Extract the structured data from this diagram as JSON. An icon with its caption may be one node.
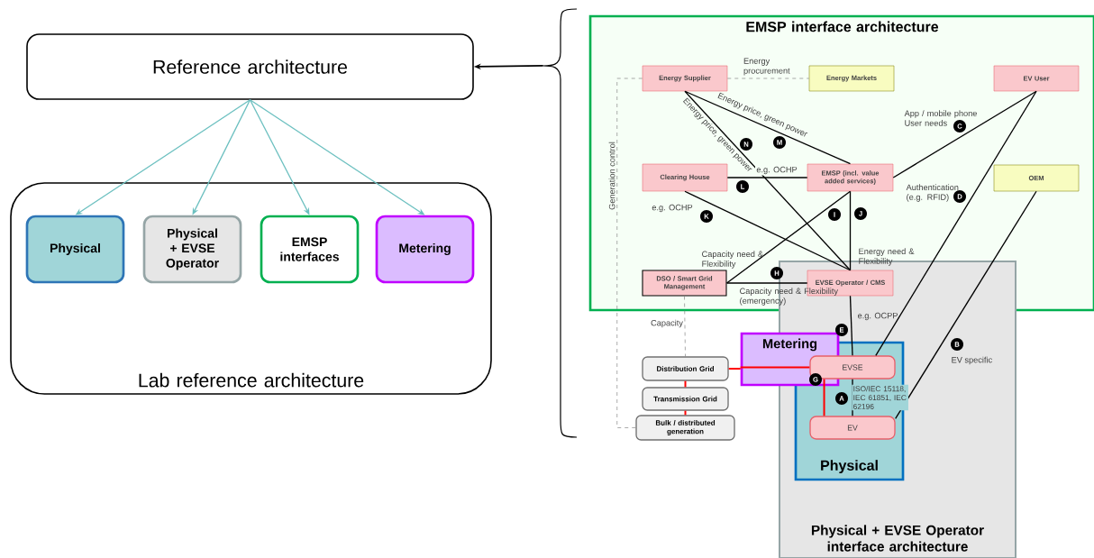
{
  "diagram": {
    "nodes": [
      {
        "text": [
          "Reference architecture"
        ]
      },
      {
        "text": [
          "Lab reference architecture"
        ]
      },
      {
        "text": [
          "Physical"
        ],
        "in": 1
      },
      {
        "text": [
          "Physical + EVSE Operator"
        ],
        "in": 1
      },
      {
        "text": [
          "EMSP interfaces"
        ],
        "in": 1
      },
      {
        "text": [
          "Metering"
        ],
        "in": 1
      },
      {
        "text": [
          "EMSP interface architecture"
        ]
      },
      {
        "text": [
          "Physical + EVSE Operator interface architecture"
        ]
      },
      {
        "text": [
          "Physical"
        ],
        "in": 7
      },
      {
        "text": [
          "Metering"
        ]
      },
      {
        "text": [
          "Energy Supplier"
        ],
        "in": 6
      },
      {
        "text": [
          "Energy Markets"
        ],
        "in": 6
      },
      {
        "text": [
          "EV User"
        ],
        "in": 6
      },
      {
        "text": [
          "Clearing House"
        ],
        "in": 6
      },
      {
        "text": [
          "EMSP (incl. value added services)"
        ],
        "in": 6
      },
      {
        "text": [
          "OEM"
        ],
        "in": 6
      },
      {
        "text": [
          "DSO / Smart Grid Management"
        ],
        "in": 6
      },
      {
        "text": [
          "EVSE Operator / CMS"
        ]
      },
      {
        "text": [
          "Distribution Grid"
        ]
      },
      {
        "text": [
          "Transmission Grid"
        ]
      },
      {
        "text": [
          "Bulk / distributed generation"
        ]
      },
      {
        "text": [
          "EVSE"
        ],
        "in": 8
      },
      {
        "text": [
          "EV"
        ],
        "in": 8
      },
      {
        "text": [],
        "shape": "brace"
      }
    ],
    "edges": [
      {
        "from": 0,
        "to": 2,
        "arrow": "to",
        "color": "#6cc0c0"
      },
      {
        "from": 0,
        "to": 3,
        "arrow": "to",
        "color": "#6cc0c0"
      },
      {
        "from": 0,
        "to": 4,
        "arrow": "to",
        "color": "#6cc0c0"
      },
      {
        "from": 0,
        "to": 5,
        "arrow": "to",
        "color": "#6cc0c0"
      },
      {
        "from": 23,
        "to": 0,
        "arrow": "to"
      },
      {
        "from": 10,
        "to": 11,
        "arrow": "none",
        "style": "dashed",
        "color": "#808080",
        "label": "Energy procurement"
      },
      {
        "from": 10,
        "to": 14,
        "arrow": "none",
        "label": "Energy price, green power"
      },
      {
        "from": 10,
        "to": 17,
        "arrow": "none",
        "label": "Energy price, green power"
      },
      {
        "from": 13,
        "to": 14,
        "arrow": "none",
        "label": "e.g. OCHP"
      },
      {
        "from": 13,
        "to": 17,
        "arrow": "none",
        "label": "e.g. OCHP"
      },
      {
        "from": 14,
        "to": 12,
        "arrow": "none",
        "label": "App / mobile phone User needs"
      },
      {
        "from": 14,
        "to": 16,
        "arrow": "none",
        "label": "Capacity need & Flexibility"
      },
      {
        "from": 14,
        "to": 17,
        "arrow": "none",
        "label": "Energy need & Flexibility"
      },
      {
        "from": 16,
        "to": 17,
        "arrow": "none",
        "label": "Capacity need & Flexibility (emergency)"
      },
      {
        "from": 12,
        "to": 21,
        "arrow": "none",
        "label": "Authentication (e.g. RFID)"
      },
      {
        "from": 15,
        "to": 22,
        "arrow": "none",
        "label": "EV specific"
      },
      {
        "from": 17,
        "to": 21,
        "arrow": "none",
        "label": "e.g. OCPP"
      },
      {
        "from": 21,
        "to": 22,
        "arrow": "none",
        "label": "ISO/IEC 15118, IEC 61851, IEC 62196"
      },
      {
        "from": 18,
        "to": 9,
        "arrow": "none",
        "color": "#ff0000"
      },
      {
        "from": 21,
        "to": 22,
        "arrow": "none",
        "color": "#ff0000"
      },
      {
        "from": 18,
        "to": 19,
        "arrow": "none",
        "color": "#ff0000"
      },
      {
        "from": 19,
        "to": 20,
        "arrow": "none",
        "color": "#ff0000"
      },
      {
        "from": 10,
        "to": 20,
        "arrow": "none",
        "style": "dashed",
        "color": "#808080",
        "label": "Generation control"
      },
      {
        "from": 16,
        "to": 18,
        "arrow": "none",
        "style": "dashed",
        "color": "#808080",
        "label": "Capacity"
      },
      {
        "from": 9,
        "to": 21,
        "arrow": "none",
        "color": "#ff0000"
      }
    ],
    "labels": [
      "N",
      "M",
      "C",
      "L",
      "D",
      "K",
      "I",
      "J",
      "H",
      "E",
      "B",
      "G",
      "A"
    ]
  }
}
